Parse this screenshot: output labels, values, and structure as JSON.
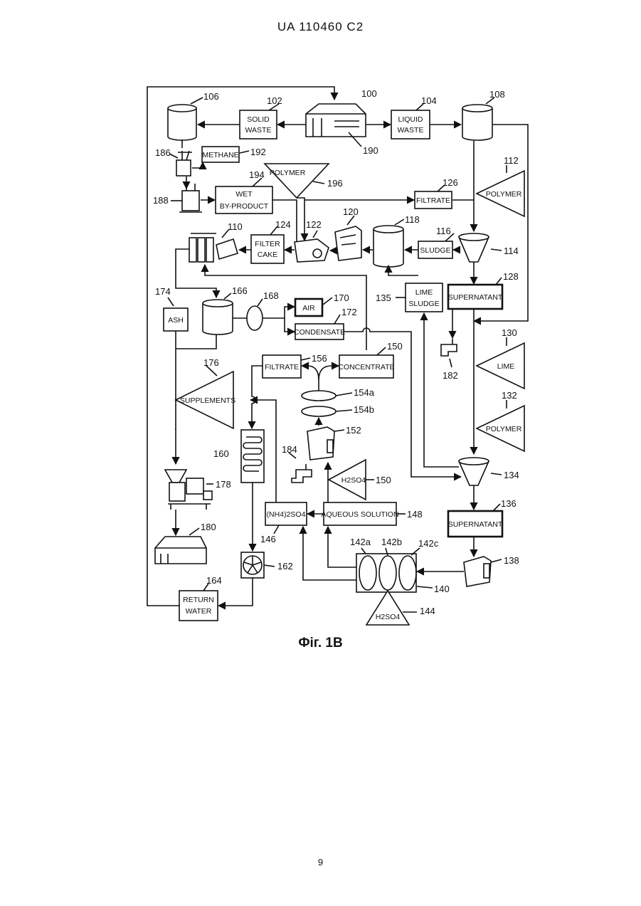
{
  "header": {
    "doc_id": "UA   110460   C2"
  },
  "figure": {
    "caption": "Фіг. 1B"
  },
  "page": {
    "number": "9"
  },
  "labels": {
    "solid_waste": [
      "SOLID",
      "WASTE"
    ],
    "liquid_waste": [
      "LIQUID",
      "WASTE"
    ],
    "methane": "METHANE",
    "polymer_top": "POLYMER",
    "wet_byproduct": [
      "WET",
      "BY-PRODUCT"
    ],
    "filtrate_top": "FILTRATE",
    "polymer_112": "POLYMER",
    "filter_cake": [
      "FILTER",
      "CAKE"
    ],
    "sludge": "SLUDGE",
    "lime_sludge": [
      "LIME",
      "SLUDGE"
    ],
    "supernatant_128": "SUPERNATANT",
    "ash": "ASH",
    "air": "AIR",
    "condensate": "CONDENSATE",
    "lime": "LIME",
    "filtrate_mid": "FILTRATE",
    "concentrate": "CONCENTRATE",
    "supplements": "SUPPLEMENTS",
    "polymer_132": "POLYMER",
    "h2so4": "H2SO4",
    "ammonium_sulfate": "(NH4)2SO4",
    "aqueous_solution": "AQUEOUS SOLUTION",
    "supernatant_136": "SUPERNATANT",
    "return_water": [
      "RETURN",
      "WATER"
    ]
  },
  "refs": {
    "r100": "100",
    "r102": "102",
    "r104": "104",
    "r106": "106",
    "r108": "108",
    "r110": "110",
    "r112": "112",
    "r114": "114",
    "r116": "116",
    "r118": "118",
    "r120": "120",
    "r122": "122",
    "r124": "124",
    "r126": "126",
    "r128": "128",
    "r130": "130",
    "r132": "132",
    "r134": "134",
    "r135": "135",
    "r136": "136",
    "r138": "138",
    "r140": "140",
    "r142a": "142a",
    "r142b": "142b",
    "r142c": "142c",
    "r144": "144",
    "r146": "146",
    "r148": "148",
    "r150a": "150",
    "r150b": "150",
    "r152": "152",
    "r154a": "154a",
    "r154b": "154b",
    "r156": "156",
    "r160": "160",
    "r162": "162",
    "r164": "164",
    "r166": "166",
    "r168": "168",
    "r170": "170",
    "r172": "172",
    "r174": "174",
    "r176": "176",
    "r178": "178",
    "r180": "180",
    "r182": "182",
    "r184": "184",
    "r186": "186",
    "r188": "188",
    "r190": "190",
    "r192": "192",
    "r194": "194",
    "r196": "196"
  }
}
